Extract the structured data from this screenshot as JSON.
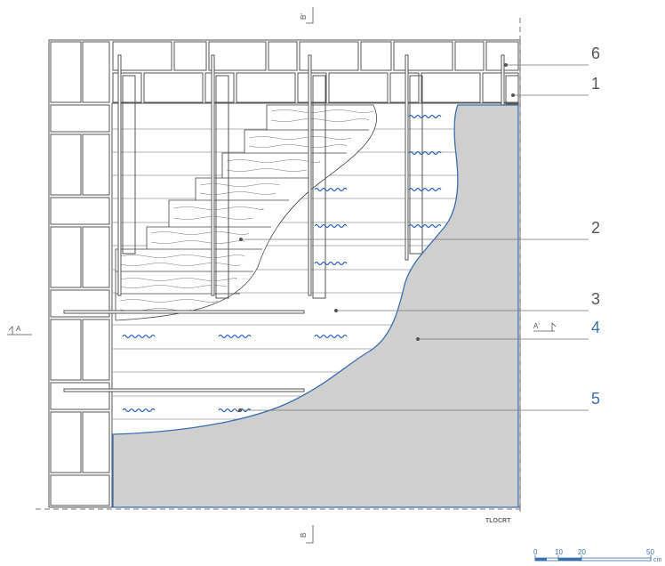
{
  "callouts": [
    {
      "id": "6",
      "color": "#555555"
    },
    {
      "id": "1",
      "color": "#555555"
    },
    {
      "id": "2",
      "color": "#555555"
    },
    {
      "id": "3",
      "color": "#555555"
    },
    {
      "id": "4",
      "color": "#3a6fb0"
    },
    {
      "id": "5",
      "color": "#3a6fb0"
    }
  ],
  "section_marks": {
    "a_left": "A",
    "a_right": "A'",
    "b_top": "B'",
    "b_bottom": "B"
  },
  "code": "TLOCRT",
  "scale_bar": {
    "ticks": [
      "0",
      "10",
      "20",
      "50"
    ],
    "unit": "cm"
  },
  "colors": {
    "brick_line": "#555555",
    "render_fill": "#cfcfcf",
    "render_edge": "#3a6fb0",
    "mesh": "#2e5fb0"
  }
}
